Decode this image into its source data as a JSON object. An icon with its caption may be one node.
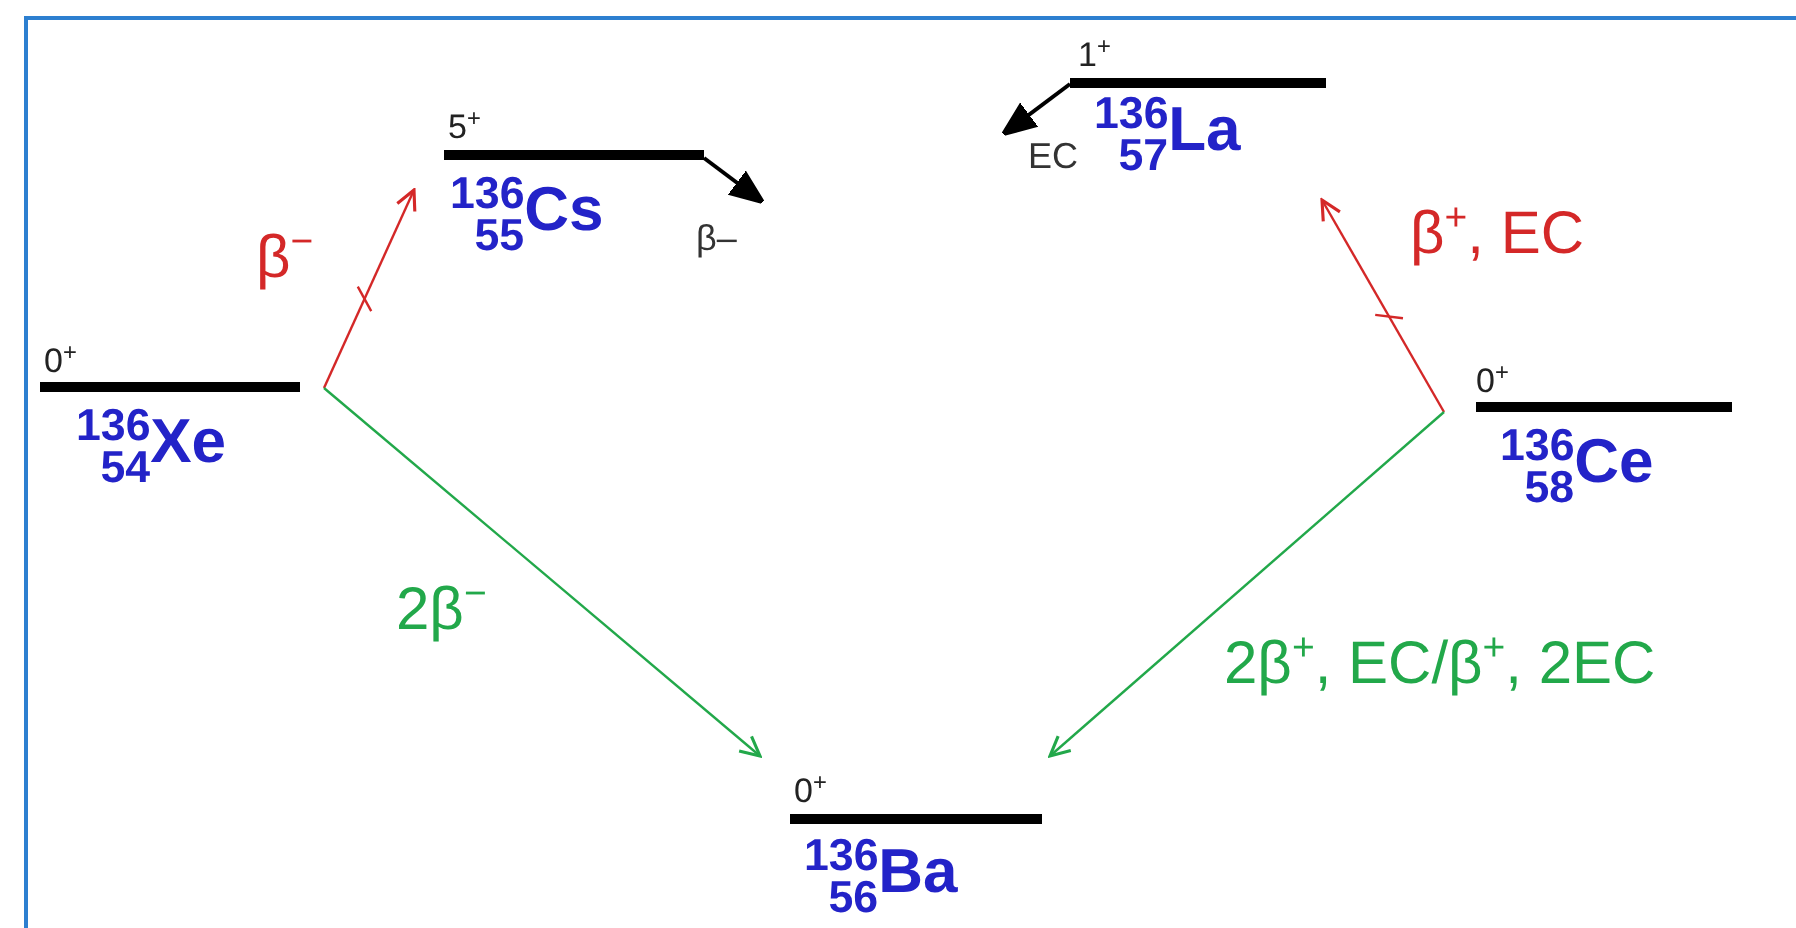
{
  "diagram": {
    "nodes": [
      {
        "text": [
          "5$^{+}$",
          "$^{136}$$_{55}$Cs"
        ]
      },
      {
        "text": [
          "1$^{+}$",
          "$^{136}$$_{57}$La"
        ]
      },
      {
        "text": [
          "0$^{+}$",
          "$^{136}$$_{54}$Xe"
        ]
      },
      {
        "text": [
          "0$^{+}$",
          "$^{136}$$_{58}$Ce"
        ]
      },
      {
        "text": [
          "0$^{+}$",
          "$^{136}$$_{56}$Ba"
        ]
      }
    ],
    "edges": [
      {
        "from": 2,
        "to": 0,
        "arrow": "to",
        "label": "β$^{−}$",
        "color": "#d42828"
      },
      {
        "from": 3,
        "to": 1,
        "arrow": "to",
        "label": "β$^{+}$, EC",
        "color": "#d42828"
      },
      {
        "from": 2,
        "to": 4,
        "arrow": "to",
        "label": "2β$^{−}$",
        "color": "#22a84a"
      },
      {
        "from": 3,
        "to": 4,
        "arrow": "to",
        "label": "2β$^{+}$, EC/β$^{+}$, 2EC",
        "color": "#22a84a"
      },
      {
        "from": 0,
        "to": null,
        "arrow": "to",
        "label": "β–",
        "color": "#000000"
      },
      {
        "from": 1,
        "to": null,
        "arrow": "to",
        "label": "EC",
        "color": "#000000"
      }
    ]
  }
}
